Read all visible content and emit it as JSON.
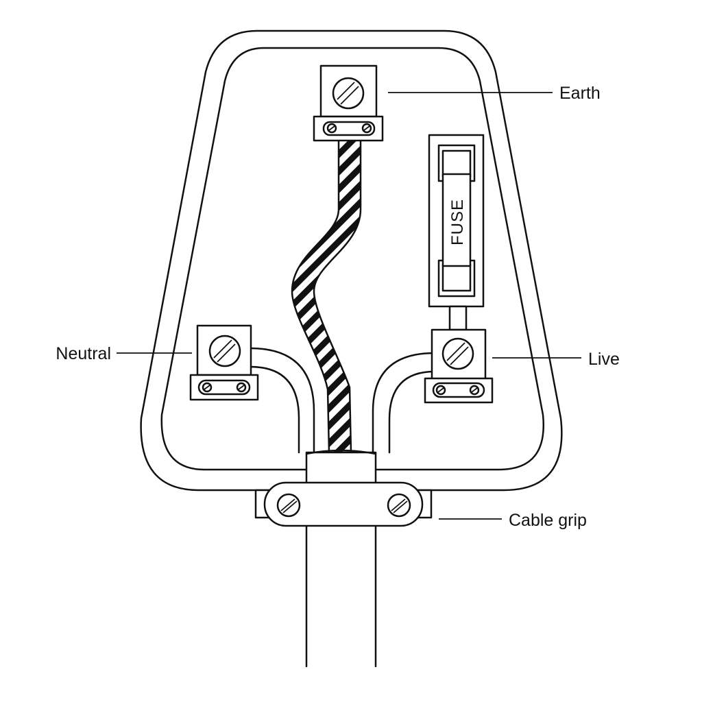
{
  "labels": {
    "earth": "Earth",
    "neutral": "Neutral",
    "live": "Live",
    "cable_grip": "Cable grip"
  },
  "fuse_text": "FUSE"
}
